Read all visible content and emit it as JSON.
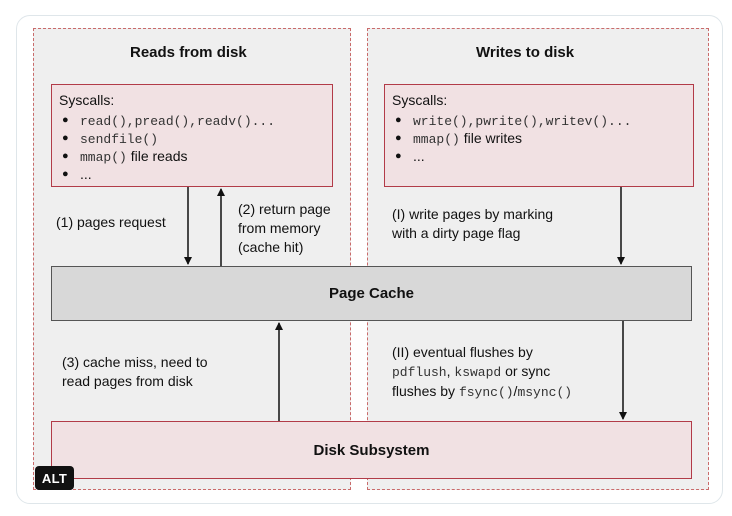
{
  "panels": {
    "left_title": "Reads from disk",
    "right_title": "Writes to disk"
  },
  "reads_syscalls": {
    "title": "Syscalls:",
    "items": [
      {
        "code": "read(),pread(),readv()...",
        "text": ""
      },
      {
        "code": "sendfile()",
        "text": ""
      },
      {
        "code": "mmap()",
        "text": " file reads"
      },
      {
        "code": "",
        "text": "..."
      }
    ]
  },
  "writes_syscalls": {
    "title": "Syscalls:",
    "items": [
      {
        "code": "write(),pwrite(),writev()...",
        "text": ""
      },
      {
        "code": "mmap()",
        "text": " file writes"
      },
      {
        "code": "",
        "text": "..."
      }
    ]
  },
  "notes": {
    "pages_request": "(1) pages request",
    "return_page": [
      "(2) return page",
      "from memory",
      "(cache hit)"
    ],
    "write_pages": [
      "(I) write pages by marking",
      "with a dirty page flag"
    ],
    "cache_miss": [
      "(3) cache miss, need to",
      "read pages from disk"
    ],
    "eventual_flushes": {
      "line1": "(II) eventual flushes by",
      "line2_code1": "pdflush",
      "line2_sep": ", ",
      "line2_code2": "kswapd",
      "line2_text": " or sync",
      "line3_text": "flushes by ",
      "line3_code1": "fsync()",
      "line3_sep": "/",
      "line3_code2": "msync()"
    }
  },
  "page_cache_label": "Page Cache",
  "disk_label": "Disk Subsystem",
  "alt_badge": "ALT",
  "colors": {
    "panel_bg": "#efefef",
    "panel_border": "#c96b6b",
    "box_fill": "#f1e1e3",
    "box_border": "#b23b48",
    "cache_fill": "#d8d8d8"
  }
}
